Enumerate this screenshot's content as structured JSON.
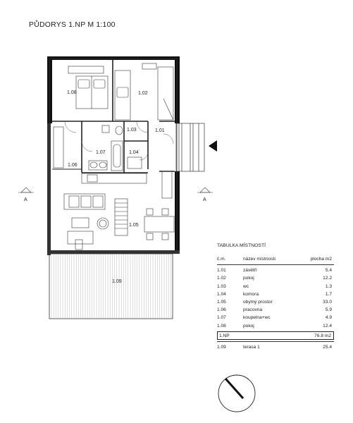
{
  "title": "PŮDORYS 1.NP  M 1:100",
  "section_marks": {
    "left": "A",
    "right": "A"
  },
  "room_labels": {
    "r101": "1.01",
    "r102": "1.02",
    "r103": "1.03",
    "r104": "1.04",
    "r105": "1.05",
    "r106": "1.06",
    "r107": "1.07",
    "r108": "1.08",
    "r109": "1.09"
  },
  "table": {
    "title": "TABULKA MÍSTNOSTÍ",
    "headers": {
      "num": "č.m.",
      "name": "název místnosti",
      "area": "plocha m2"
    },
    "rows": [
      {
        "num": "1.01",
        "name": "závětří",
        "area": "5.4"
      },
      {
        "num": "1.02",
        "name": "pokoj",
        "area": "12.2"
      },
      {
        "num": "1.03",
        "name": "wc",
        "area": "1.3"
      },
      {
        "num": "1.04",
        "name": "komora",
        "area": "1.7"
      },
      {
        "num": "1.05",
        "name": "obytný prostor",
        "area": "33.0"
      },
      {
        "num": "1.06",
        "name": "pracovna",
        "area": "5.9"
      },
      {
        "num": "1.07",
        "name": "koupelna+wc",
        "area": "4.9"
      },
      {
        "num": "1.08",
        "name": "pokoj",
        "area": "12.4"
      }
    ],
    "total": {
      "num": "1.NP",
      "name": "",
      "area": "76.8 m2"
    },
    "extra": {
      "num": "1.09",
      "name": "terasa 1",
      "area": "25.4"
    }
  }
}
